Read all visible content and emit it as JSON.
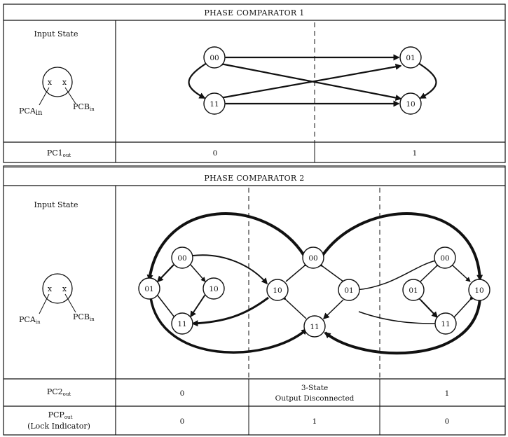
{
  "pc1": {
    "title": "PHASE COMPARATOR 1",
    "input_state_label": "Input State",
    "pca_label": "PCA",
    "pca_sub": "in",
    "pcb_label": "PCB",
    "pcb_sub": "in",
    "states": [
      "00",
      "01",
      "11",
      "10"
    ],
    "output_label": "PC1",
    "output_sub": "out",
    "outputs": [
      "0",
      "1"
    ]
  },
  "pc2": {
    "title": "PHASE COMPARATOR 2",
    "input_state_label": "Input State",
    "pca_label": "PCA",
    "pca_sub": "in",
    "pcb_label": "PCB",
    "pcb_sub": "in",
    "left_states": [
      "00",
      "01",
      "10",
      "11"
    ],
    "center_states": [
      "00",
      "10",
      "01",
      "11"
    ],
    "right_states": [
      "00",
      "01",
      "10",
      "11"
    ],
    "pc2_label": "PC2",
    "pc2_sub": "out",
    "pc2_outputs": [
      "0",
      "3-State",
      "Output Disconnected",
      "1"
    ],
    "pcp_label": "PCP",
    "pcp_sub": "out",
    "pcp_note": "(Lock Indicator)",
    "pcp_outputs": [
      "0",
      "1",
      "0"
    ]
  }
}
